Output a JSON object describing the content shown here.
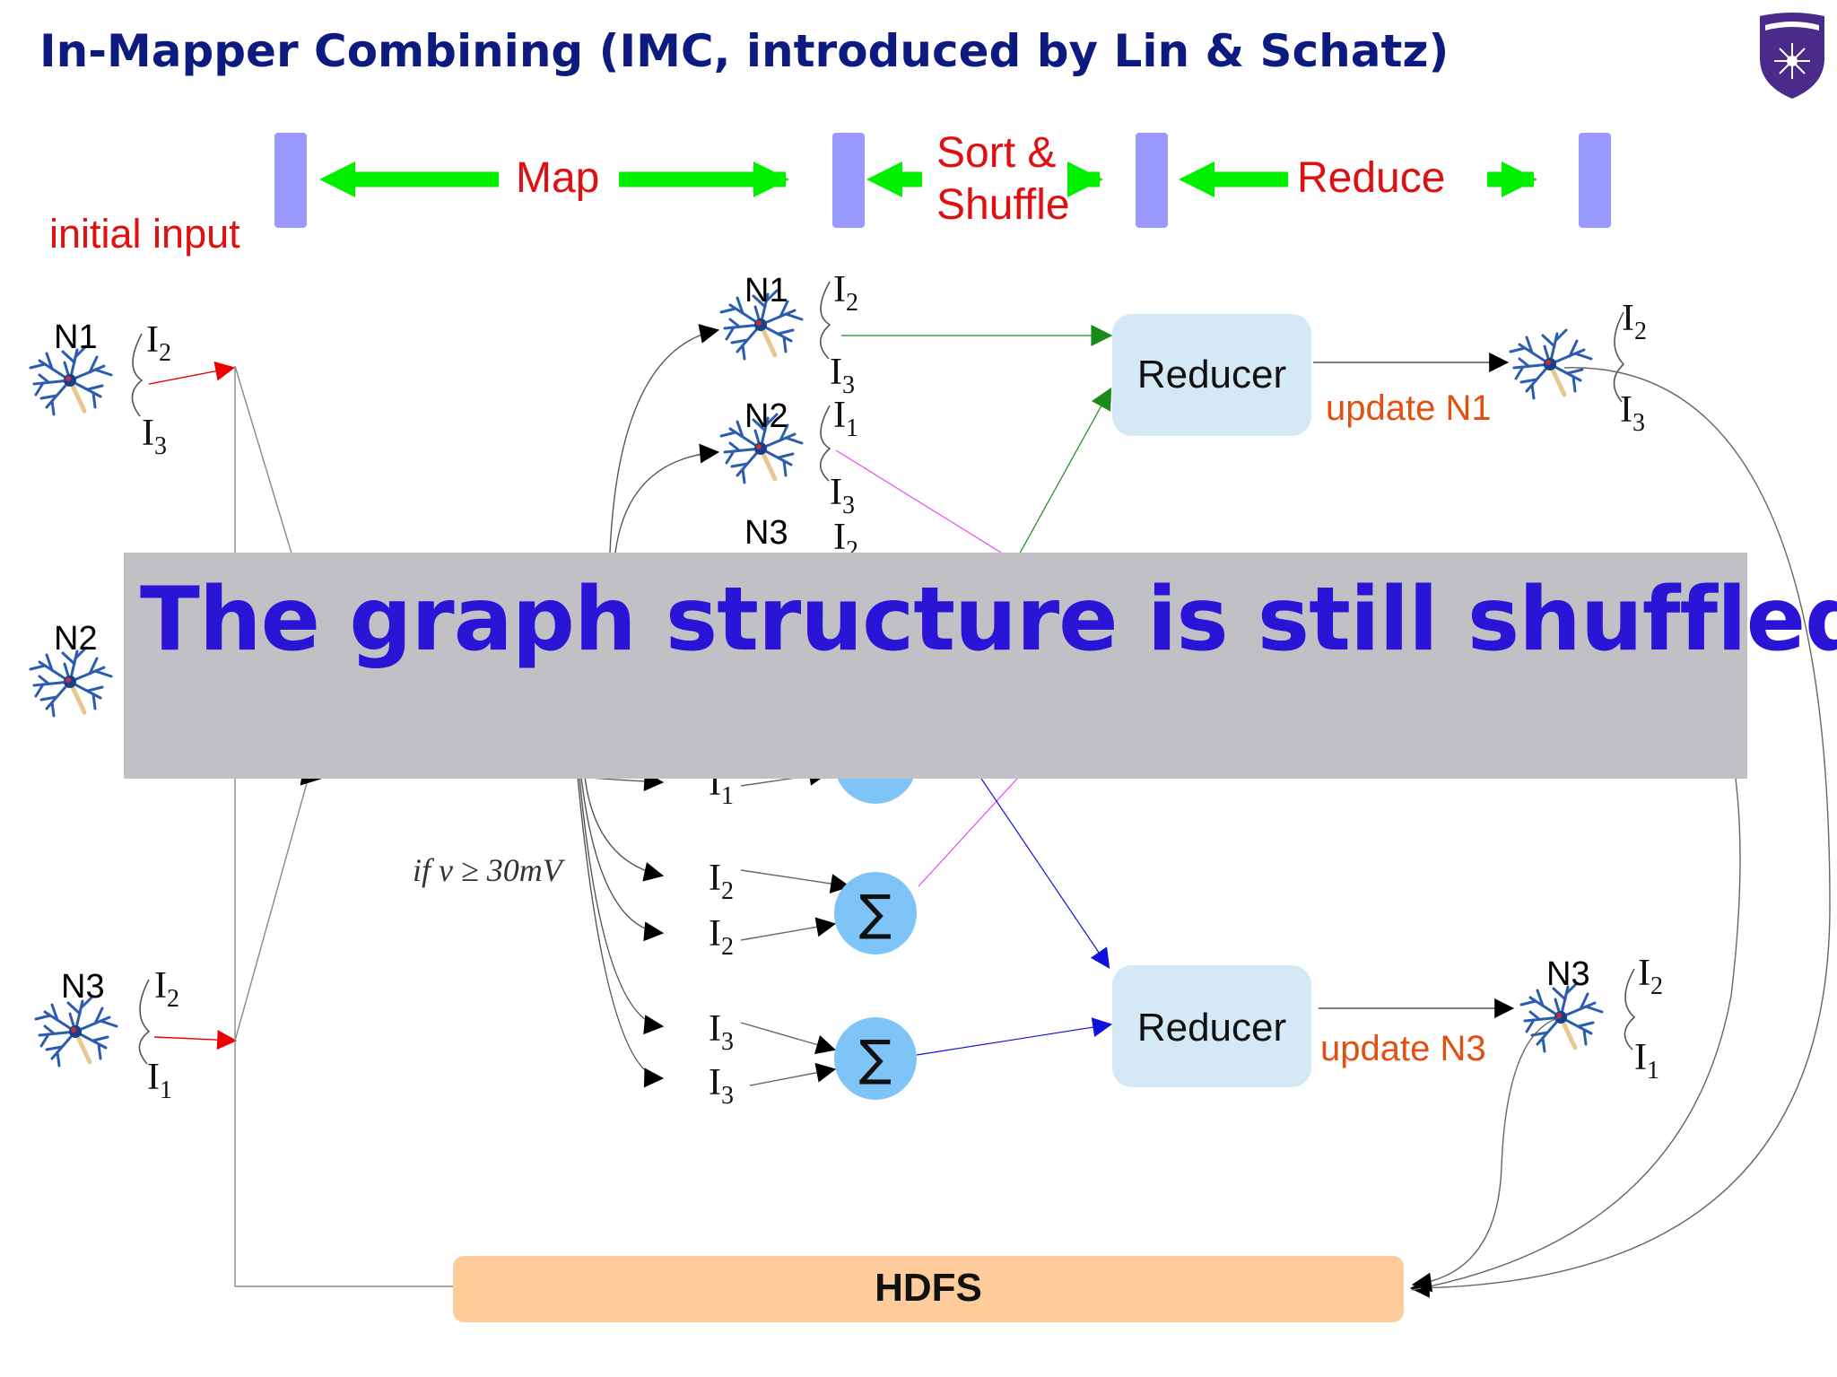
{
  "title": "In-Mapper Combining (IMC, introduced by Lin & Schatz)",
  "banner": "The graph structure is still shuffled!",
  "phases": {
    "map": "Map",
    "sort_line1": "Sort &",
    "sort_line2": "Shuffle",
    "reduce": "Reduce"
  },
  "initial_input": "initial input",
  "nodes": {
    "n1": "N1",
    "n2": "N2",
    "n3": "N3"
  },
  "inputs": {
    "I1": "I",
    "sub1": "1",
    "sub2": "2",
    "sub3": "3"
  },
  "sum_symbol": "∑",
  "condition": "if v ≥ 30mV",
  "reducer_label": "Reducer",
  "update_n1": "update N1",
  "update_n3": "update N3",
  "hdfs": "HDFS",
  "colors": {
    "title": "#0d1a80",
    "banner_text": "#2a14d6",
    "banner_bg": "#c1c0c4",
    "phase_text": "#e01010",
    "phase_arrow": "#00ee00",
    "phase_bar": "#9999ff",
    "reducer_bg": "#d4e8f5",
    "sum_bg": "#7ec4f7",
    "hdfs_bg": "#fecb9a",
    "update_text": "#e05010"
  }
}
